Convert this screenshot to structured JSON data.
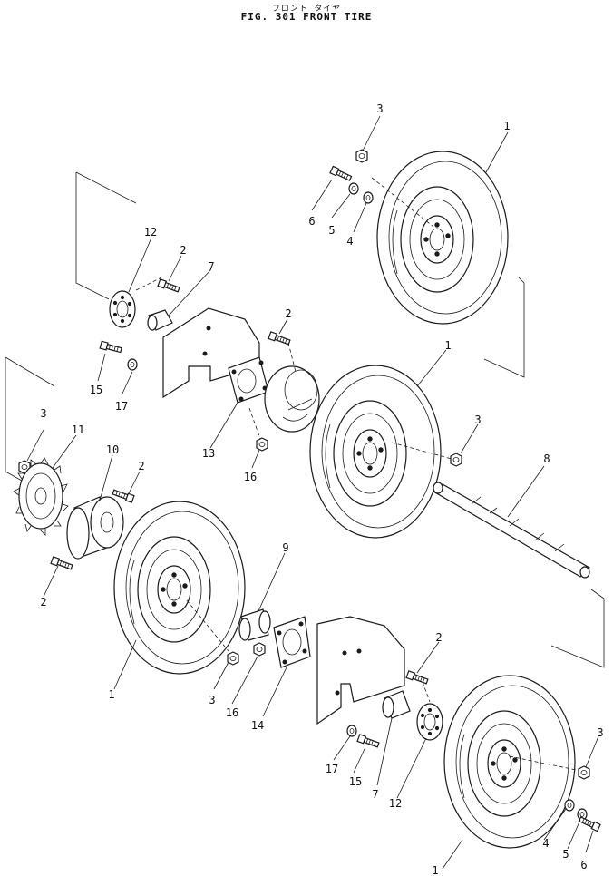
{
  "header": {
    "title_jp": "フロント タイヤ",
    "title_en": "FIG. 301  FRONT TIRE"
  },
  "callouts": [
    {
      "id": "c1a",
      "text": "1"
    },
    {
      "id": "c1b",
      "text": "1"
    },
    {
      "id": "c1c",
      "text": "1"
    },
    {
      "id": "c1d",
      "text": "1"
    },
    {
      "id": "c2a",
      "text": "2"
    },
    {
      "id": "c2b",
      "text": "2"
    },
    {
      "id": "c2c",
      "text": "2"
    },
    {
      "id": "c2d",
      "text": "2"
    },
    {
      "id": "c2e",
      "text": "2"
    },
    {
      "id": "c3a",
      "text": "3"
    },
    {
      "id": "c3b",
      "text": "3"
    },
    {
      "id": "c3c",
      "text": "3"
    },
    {
      "id": "c3d",
      "text": "3"
    },
    {
      "id": "c3e",
      "text": "3"
    },
    {
      "id": "c4a",
      "text": "4"
    },
    {
      "id": "c4b",
      "text": "4"
    },
    {
      "id": "c5a",
      "text": "5"
    },
    {
      "id": "c5b",
      "text": "5"
    },
    {
      "id": "c6a",
      "text": "6"
    },
    {
      "id": "c6b",
      "text": "6"
    },
    {
      "id": "c7a",
      "text": "7"
    },
    {
      "id": "c7b",
      "text": "7"
    },
    {
      "id": "c8",
      "text": "8"
    },
    {
      "id": "c9",
      "text": "9"
    },
    {
      "id": "c10",
      "text": "10"
    },
    {
      "id": "c11",
      "text": "11"
    },
    {
      "id": "c12a",
      "text": "12"
    },
    {
      "id": "c12b",
      "text": "12"
    },
    {
      "id": "c13",
      "text": "13"
    },
    {
      "id": "c14",
      "text": "14"
    },
    {
      "id": "c15a",
      "text": "15"
    },
    {
      "id": "c15b",
      "text": "15"
    },
    {
      "id": "c16a",
      "text": "16"
    },
    {
      "id": "c16b",
      "text": "16"
    },
    {
      "id": "c17a",
      "text": "17"
    },
    {
      "id": "c17b",
      "text": "17"
    }
  ]
}
